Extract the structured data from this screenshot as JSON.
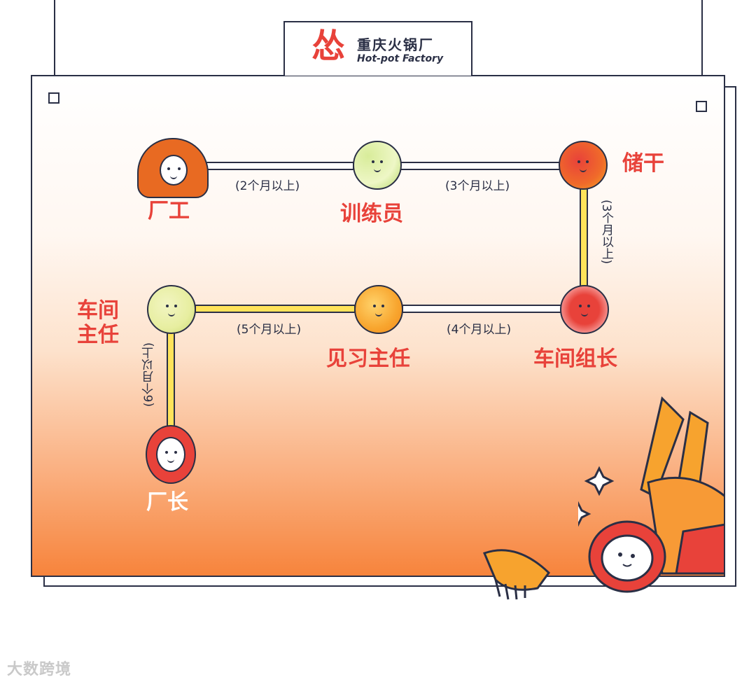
{
  "brand": {
    "logo_glyph": "怂",
    "name_cn": "重庆火锅厂",
    "name_en": "Hot-pot Factory"
  },
  "nodes": [
    {
      "id": "factory-worker",
      "label": "厂工"
    },
    {
      "id": "trainer",
      "label": "训练员"
    },
    {
      "id": "reserve-cadre",
      "label": "储干"
    },
    {
      "id": "workshop-group-leader",
      "label": "车间组长"
    },
    {
      "id": "intern-director",
      "label": "见习主任"
    },
    {
      "id": "workshop-director",
      "label": "车间\n主任"
    },
    {
      "id": "factory-director",
      "label": "厂长"
    }
  ],
  "durations": {
    "d1": "(2个月以上)",
    "d2": "(3个月以上)",
    "d3": "(3个月以上)",
    "d4": "(4个月以上)",
    "d5": "(5个月以上)",
    "d6": "(6个月以上)"
  },
  "colors": {
    "accent_red": "#e8423a",
    "outline": "#2a2f45",
    "connector_yellow": "#ffe35a",
    "gradient_bottom": "#f7843c"
  },
  "watermark": "大数跨境"
}
